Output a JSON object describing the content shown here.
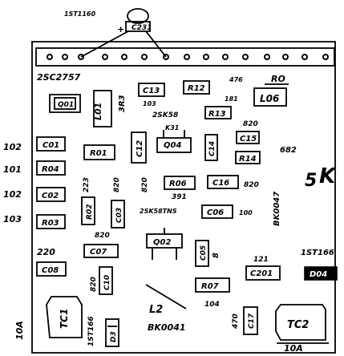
{
  "top_labels": {
    "part_top": "1ST1160",
    "plus": "+",
    "c231": "C231"
  },
  "header_labels": {
    "transistor_model": "2SC2757",
    "ro": "RO",
    "r476": "476",
    "r181": "181",
    "r103": "103",
    "fet_2sk": "2SK58",
    "r820_top": "820",
    "r682": "682",
    "k_label": "K",
    "ec15": "5"
  },
  "left_margin": {
    "v102a": "102",
    "v101": "101",
    "v102b": "102",
    "v103": "103",
    "v220": "220"
  },
  "components": {
    "q01": "Q01",
    "l01": "L01",
    "r3r3": "3R3",
    "c13": "C13",
    "r12": "R12",
    "r13": "R13",
    "l06": "L06",
    "r391_top": "K31",
    "q04": "Q04",
    "c14": "C14",
    "c15": "C15",
    "r14": "R14",
    "c01": "C01",
    "r01": "R01",
    "c12": "C12",
    "r04": "R04",
    "c02": "C02",
    "r02": "R02",
    "c03": "C03",
    "r03": "R03",
    "v223": "223",
    "v820a": "820",
    "v820b": "820",
    "r06": "R06",
    "c16": "C16",
    "v820c": "820",
    "bk0047": "BK0047",
    "v391": "391",
    "fet_2sk2": "2SK58TNS",
    "c06": "C06",
    "v100": "100",
    "c07": "C07",
    "q02": "Q02",
    "c05": "C05",
    "v8": "8",
    "v121": "121",
    "c201": "C201",
    "d1st166": "1ST166",
    "d04": "D04",
    "c08": "C08",
    "c10": "C10",
    "v820d": "820",
    "r07": "R07",
    "v104": "104",
    "tc1": "TC1",
    "l2": "L2",
    "bk0041": "BK0041",
    "d1st166b": "1ST166",
    "d3": "D3",
    "c17": "C17",
    "v470": "470",
    "tc2": "TC2",
    "v10a_left": "10A",
    "v10a_right": "10A"
  }
}
